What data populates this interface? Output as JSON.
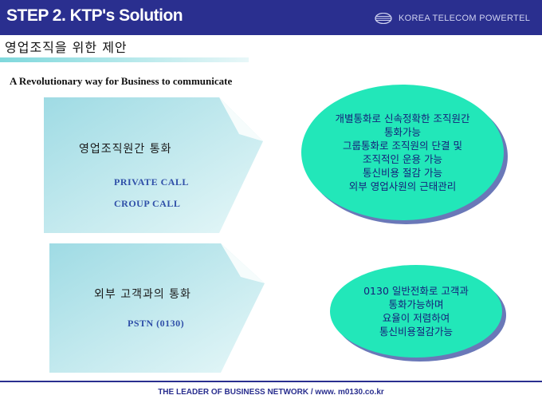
{
  "header": {
    "step_title": "STEP 2.  KTP's Solution",
    "company": "KOREA TELECOM POWERTEL",
    "logo_icon": "globe-logo-icon",
    "bg_color": "#2a2f8f"
  },
  "subtitle": "영업조직을 위한 제안",
  "tagline": "A Revolutionary  way for Business to communicate",
  "internal": {
    "title": "영업조직원간 통화",
    "items": [
      "PRIVATE CALL",
      "CROUP CALL"
    ],
    "benefits": [
      "개별통화로 신속정확한 조직원간",
      "통화가능",
      "그룹통화로 조직원의 단결 및",
      "조직적인 운용 가능",
      "통신비용 절감 가능",
      "외부 영업사원의 근태관리"
    ]
  },
  "external": {
    "title": "외부 고객과의 통화",
    "items": [
      "PSTN (0130)"
    ],
    "benefits": [
      "0130 일반전화로 고객과",
      "통화가능하며",
      "요율이 저렴하여",
      "통신비용절감가능"
    ]
  },
  "footer": "THE LEADER OF BUSINESS NETWORK / www. m0130.co.kr",
  "colors": {
    "arrow_fill": "#cdeef2",
    "ellipse_fill": "#22e7b9",
    "ellipse_shadow": "#6a78b8",
    "sub_text": "#2f4fa8"
  }
}
